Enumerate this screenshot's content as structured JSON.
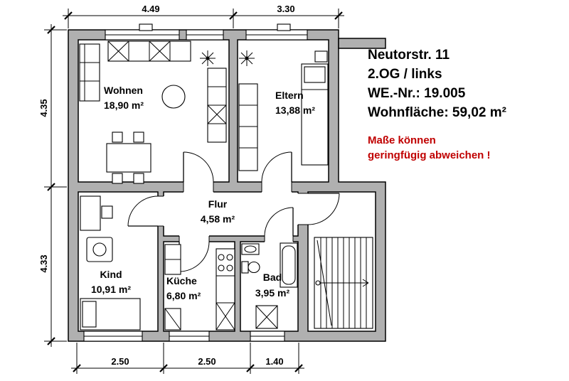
{
  "info": {
    "address": "Neutorstr. 11",
    "floor": "2.OG / links",
    "unit": "WE.-Nr.: 19.005",
    "area": "Wohnfläche: 59,02 m²",
    "disclaimer": {
      "line1": "Maße können",
      "line2": "geringfügig abweichen !"
    }
  },
  "rooms": {
    "wohnen": {
      "name": "Wohnen",
      "area": "18,90 m²"
    },
    "eltern": {
      "name": "Eltern",
      "area": "13,88 m²"
    },
    "flur": {
      "name": "Flur",
      "area": "4,58 m²"
    },
    "kind": {
      "name": "Kind",
      "area": "10,91 m²"
    },
    "kueche": {
      "name": "Küche",
      "area": "6,80 m²"
    },
    "bad": {
      "name": "Bad",
      "area": "3,95 m²"
    }
  },
  "dimensions": {
    "top": [
      "4.49",
      "3.30"
    ],
    "left": [
      "4.35",
      "4.33"
    ],
    "bottom": [
      "2.50",
      "2.50",
      "1.40"
    ]
  },
  "colors": {
    "wall_fill": "#b0b0b0",
    "line": "#000000",
    "disclaimer_red": "#c00000"
  }
}
